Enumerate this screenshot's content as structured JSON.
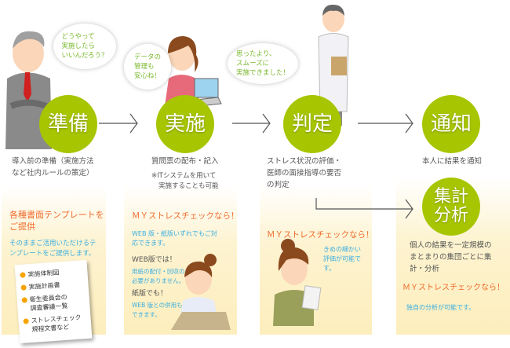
{
  "steps": [
    {
      "label": "準備",
      "caption": [
        "導入前の準備（実施方法",
        "など社内ルールの策定）"
      ]
    },
    {
      "label": "実施",
      "caption": [
        "質問票の配布・記入"
      ],
      "note": [
        "※ITシステムを用いて",
        "実施することも可能"
      ]
    },
    {
      "label": "判定",
      "caption": [
        "ストレス状況の評価・",
        "医師の面接指導の要否",
        "の判定"
      ]
    },
    {
      "label": "通知",
      "caption": [
        "本人に結果を通知"
      ]
    },
    {
      "label": [
        "集計",
        "分析"
      ],
      "caption": [
        "個人の結果を一定規模の",
        "まとまりの集団ごとに集",
        "計・分析"
      ]
    }
  ],
  "bubbles": [
    [
      "どうやって",
      "実施したら",
      "いいんだろう？"
    ],
    [
      "データの",
      "管理も",
      "安心ね！"
    ],
    [
      "思ったより、",
      "スムーズに",
      "実施できました！"
    ]
  ],
  "box1": {
    "title": [
      "各種書面テンプレートを",
      "ご提供"
    ],
    "text": [
      "そのままご活用いただけるテ",
      "ンプレートをご提供します。"
    ],
    "items": [
      [
        "実施体制図"
      ],
      [
        "実施計画書"
      ],
      [
        "衛生委員会の",
        "調査審議一覧"
      ],
      [
        "ストレスチェック",
        "規程文書など"
      ]
    ]
  },
  "box2": {
    "title": "ＭＹストレスチェックなら！",
    "text": [
      "WEB 版・紙版いずれでもご対",
      "応できます。"
    ],
    "web_title": "WEB版では！",
    "web_text": [
      "用紙の配付・回収の",
      "必要がありません。"
    ],
    "paper_title": "紙版でも！",
    "paper_text": [
      "WEB 版との併用も",
      "できます。"
    ]
  },
  "box3": {
    "title": "ＭＹストレスチェックなら！",
    "text": [
      "きめの細かい",
      "評価が可能で",
      "す。"
    ]
  },
  "box4": {
    "title": "ＭＹストレスチェックなら！",
    "text": "独自の分析が可能です。"
  },
  "colors": {
    "circle": "#a7c500",
    "orange": "#f06a2a",
    "blue": "#3aaee0"
  }
}
